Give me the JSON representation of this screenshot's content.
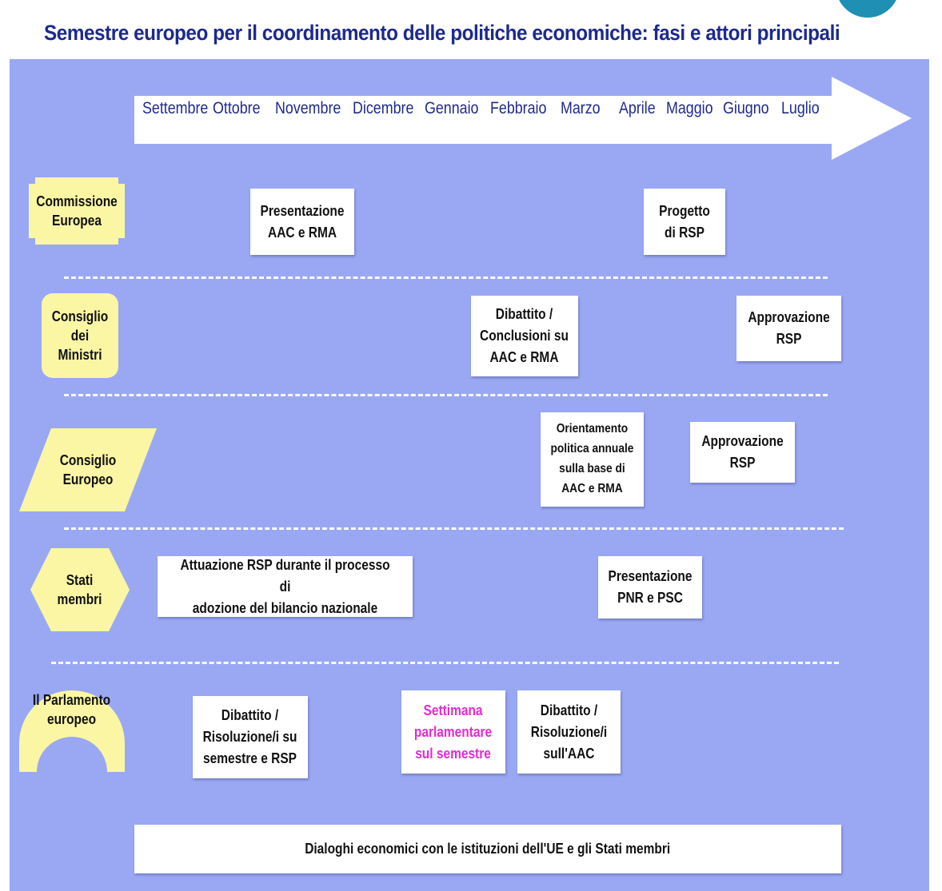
{
  "title": "Semestre europeo per il coordinamento delle politiche economiche: fasi e attori principali",
  "colors": {
    "panel": "#9aa8f4",
    "actor_fill": "#faf6a4",
    "title": "#1c2a8c",
    "highlight": "#e628d4"
  },
  "timeline": {
    "months": [
      "Settembre",
      "Ottobre",
      "Novembre",
      "Dicembre",
      "Gennaio",
      "Febbraio",
      "Marzo",
      "Aprile",
      "Maggio",
      "Giugno",
      "Luglio"
    ]
  },
  "actors": {
    "commissione": "Commissione\nEuropea",
    "consiglio_ministri": "Consiglio\ndei\nMinistri",
    "consiglio_europeo": "Consiglio\nEuropeo",
    "stati_membri": "Stati\nmembri",
    "parlamento": "Il Parlamento\neuropeo"
  },
  "boxes": {
    "presentazione_aac_rma": "Presentazione\nAAC e RMA",
    "progetto_rsp": "Progetto\ndi RSP",
    "dibattito_conclusioni": "Dibattito /\nConclusioni su\nAAC e RMA",
    "approvazione_rsp_ministri": "Approvazione\nRSP",
    "orientamento_politica": "Orientamento\npolitica annuale\nsulla base di\nAAC e RMA",
    "approvazione_rsp_europeo": "Approvazione\nRSP",
    "attuazione_rsp": "Attuazione RSP durante il processo di\nadozione del bilancio nazionale",
    "presentazione_pnr_psc": "Presentazione\nPNR e PSC",
    "dibattito_risoluzione_semestre": "Dibattito /\nRisoluzione/i su\nsemestre e RSP",
    "settimana_parlamentare": "Settimana\nparlamentare\nsul semestre",
    "dibattito_risoluzione_aac": "Dibattito /\nRisoluzione/i\nsull'AAC",
    "dialoghi_economici": "Dialoghi economici con le istituzioni dell'UE e gli Stati membri"
  }
}
